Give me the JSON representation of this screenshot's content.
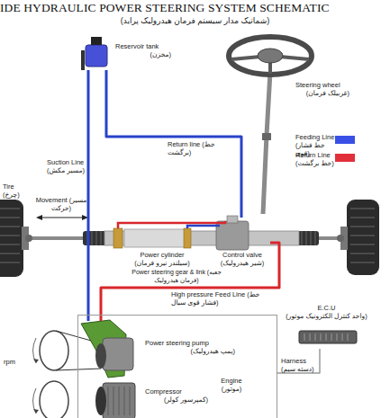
{
  "diagram": {
    "title": "IDE HYDRAULIC POWER STEERING SYSTEM SCHEMATIC",
    "nodes": [
      {
        "text": [
          "Reservoir tank",
          "(مخزن)"
        ]
      },
      {
        "text": [
          "Steering wheel",
          "(غربیلک فرمان)"
        ]
      },
      {
        "text": [
          "Power cylinder",
          "(سیلندر نیرو فرمان)"
        ]
      },
      {
        "text": [
          "Control valve",
          "(شیر هیدرولیک)"
        ]
      },
      {
        "text": [
          "E.C.U",
          "(واحد کنترل الکترونیک موتور)"
        ]
      },
      {
        "text": [
          "Engine",
          "(موتور)"
        ]
      },
      {
        "text": [
          "Power steering pump",
          "(پمپ هیدرولیک)"
        ],
        "in": 5
      },
      {
        "text": [
          "Compressor",
          "(کمپرسور کولر)"
        ],
        "in": 5
      }
    ],
    "edges": [
      {
        "from": 0,
        "to": 6,
        "arrow": "none",
        "label": "Suction Line (مسیر مکش)"
      },
      {
        "from": 6,
        "to": 3,
        "arrow": "none",
        "label": "High pressure Feed Line (خط فشار قوی سیال)"
      },
      {
        "from": 3,
        "to": 0,
        "arrow": "none",
        "label": "Return line (خط برگشت)"
      },
      {
        "from": 4,
        "to": 5,
        "arrow": "none",
        "label": "Harness (دسته سیم)"
      }
    ],
    "labels": [
      "(شماتیک مدار سیستم فرمان هیدرولیک پراید)",
      "Tire (چرخ)",
      "Movement (مسیر حرکت)",
      "Power steering gear & link (جعبه فرمان هیدرولیک)",
      "rpm"
    ],
    "legend": [
      {
        "text": "Feeding Line (خط فشار قوی)",
        "color": "#3a4fe6"
      },
      {
        "text": "Return Line (خط برگشت)",
        "color": "#e2303a"
      }
    ]
  }
}
